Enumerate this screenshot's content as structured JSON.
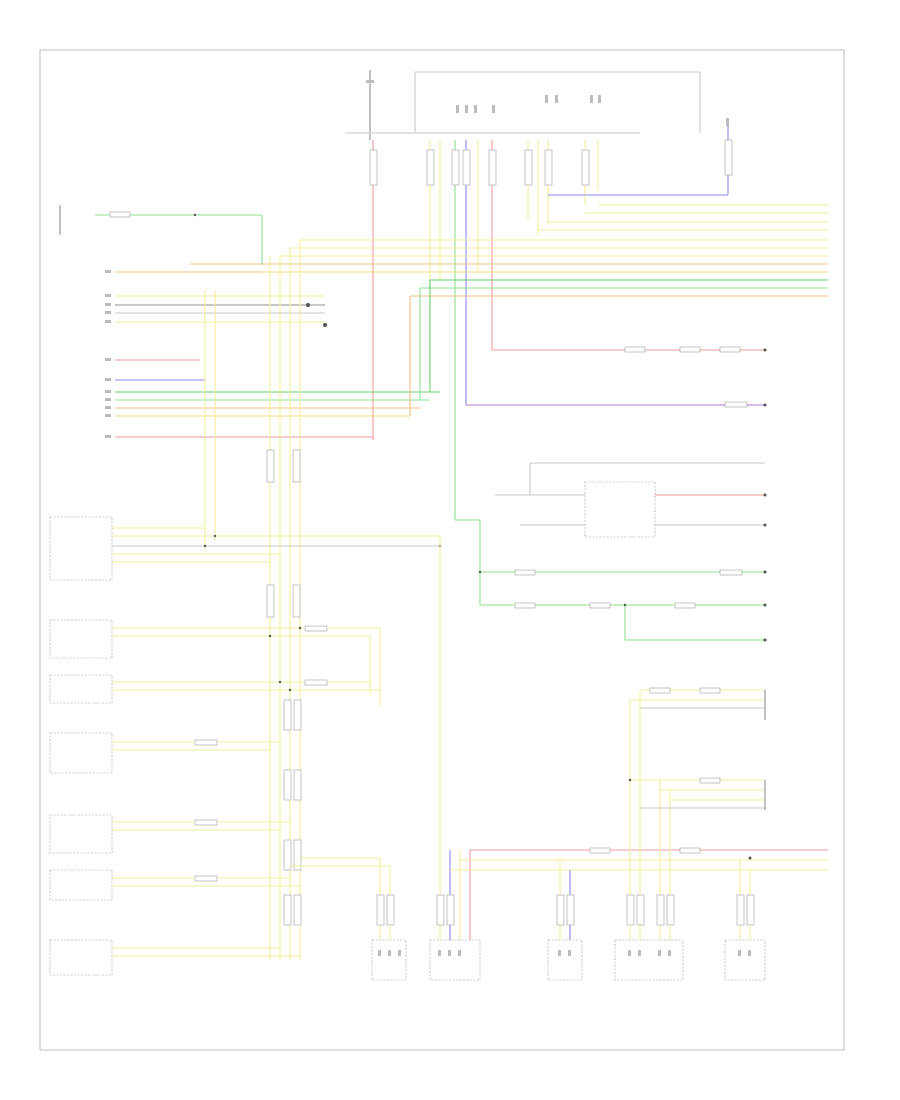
{
  "diagram": {
    "footer_code": "",
    "components": [
      {
        "id": "hot-at-all-times",
        "label": ""
      },
      {
        "id": "fuse-block",
        "label": ""
      },
      {
        "id": "ground-point",
        "label": ""
      },
      {
        "id": "instrument-cluster",
        "label": ""
      },
      {
        "id": "steering-column-module",
        "label": ""
      },
      {
        "id": "headlamp-switch",
        "label": ""
      },
      {
        "id": "climate-control",
        "label": ""
      },
      {
        "id": "parking-aid-module",
        "label": ""
      },
      {
        "id": "body-control-module",
        "label": ""
      },
      {
        "id": "right-door-module",
        "label": ""
      },
      {
        "id": "left-door-module",
        "label": ""
      },
      {
        "id": "rear-view-mirror",
        "label": ""
      },
      {
        "id": "passenger-seat-module",
        "label": ""
      },
      {
        "id": "driver-seat-module",
        "label": ""
      },
      {
        "id": "connector-a",
        "label": ""
      },
      {
        "id": "connector-b",
        "label": ""
      },
      {
        "id": "connector-c",
        "label": ""
      },
      {
        "id": "connector-d",
        "label": ""
      },
      {
        "id": "connector-e",
        "label": ""
      },
      {
        "id": "connector-f",
        "label": ""
      }
    ]
  }
}
